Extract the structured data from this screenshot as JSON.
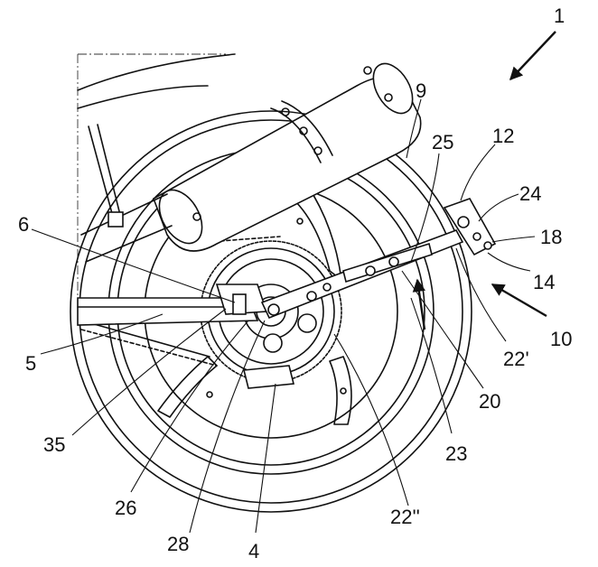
{
  "figure": {
    "reference_numerals": [
      {
        "id": "ref-1",
        "text": "1"
      },
      {
        "id": "ref-9",
        "text": "9"
      },
      {
        "id": "ref-25",
        "text": "25"
      },
      {
        "id": "ref-12",
        "text": "12"
      },
      {
        "id": "ref-24",
        "text": "24"
      },
      {
        "id": "ref-18",
        "text": "18"
      },
      {
        "id": "ref-14",
        "text": "14"
      },
      {
        "id": "ref-10",
        "text": "10"
      },
      {
        "id": "ref-22p",
        "text": "22'"
      },
      {
        "id": "ref-20",
        "text": "20"
      },
      {
        "id": "ref-23",
        "text": "23"
      },
      {
        "id": "ref-22pp",
        "text": "22''"
      },
      {
        "id": "ref-4",
        "text": "4"
      },
      {
        "id": "ref-28",
        "text": "28"
      },
      {
        "id": "ref-26",
        "text": "26"
      },
      {
        "id": "ref-35",
        "text": "35"
      },
      {
        "id": "ref-5",
        "text": "5"
      },
      {
        "id": "ref-6",
        "text": "6"
      }
    ]
  }
}
